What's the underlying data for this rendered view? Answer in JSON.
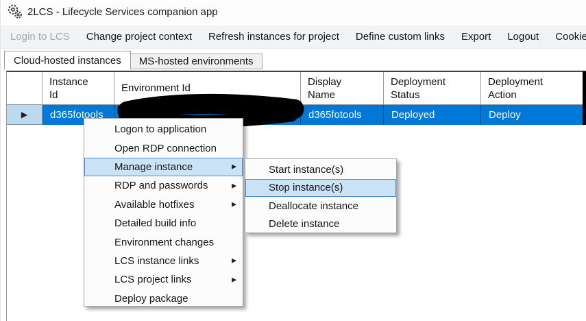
{
  "window": {
    "title": "2LCS - Lifecycle Services companion app"
  },
  "icons": {
    "app": "gears-icon",
    "submenu_arrow": "▶",
    "row_selector": "▶"
  },
  "menubar": {
    "items": [
      {
        "label": "Login to LCS",
        "enabled": false
      },
      {
        "label": "Change project context",
        "enabled": true
      },
      {
        "label": "Refresh instances for project",
        "enabled": true
      },
      {
        "label": "Define custom links",
        "enabled": true
      },
      {
        "label": "Export",
        "enabled": true
      },
      {
        "label": "Logout",
        "enabled": true
      },
      {
        "label": "Cookie",
        "enabled": true
      }
    ]
  },
  "tabs": [
    {
      "label": "Cloud-hosted instances",
      "active": true
    },
    {
      "label": "MS-hosted environments",
      "active": false
    }
  ],
  "grid": {
    "columns": [
      {
        "line1": "Instance",
        "line2": "Id"
      },
      {
        "line1": "Environment Id",
        "line2": ""
      },
      {
        "line1": "Display",
        "line2": "Name"
      },
      {
        "line1": "Deployment",
        "line2": "Status"
      },
      {
        "line1": "Deployment",
        "line2": "Action"
      }
    ],
    "rows": [
      {
        "instance_id": "d365fotools",
        "environment_id": "",
        "environment_id_redacted": true,
        "display_name": "d365fotools",
        "deployment_status": "Deployed",
        "deployment_action": "Deploy",
        "selected": true
      }
    ]
  },
  "context_menu": {
    "items": [
      {
        "label": "Logon to application",
        "has_submenu": false,
        "highlighted": false
      },
      {
        "label": "Open RDP connection",
        "has_submenu": false,
        "highlighted": false
      },
      {
        "label": "Manage instance",
        "has_submenu": true,
        "highlighted": true
      },
      {
        "label": "RDP and passwords",
        "has_submenu": true,
        "highlighted": false
      },
      {
        "label": "Available hotfixes",
        "has_submenu": true,
        "highlighted": false
      },
      {
        "label": "Detailed build info",
        "has_submenu": false,
        "highlighted": false
      },
      {
        "label": "Environment changes",
        "has_submenu": false,
        "highlighted": false
      },
      {
        "label": "LCS instance links",
        "has_submenu": true,
        "highlighted": false
      },
      {
        "label": "LCS project links",
        "has_submenu": true,
        "highlighted": false
      },
      {
        "label": "Deploy package",
        "has_submenu": false,
        "highlighted": false
      }
    ]
  },
  "submenu": {
    "items": [
      {
        "label": "Start instance(s)",
        "highlighted": false
      },
      {
        "label": "Stop instance(s)",
        "highlighted": true
      },
      {
        "label": "Deallocate instance",
        "highlighted": false
      },
      {
        "label": "Delete instance",
        "highlighted": false
      }
    ]
  },
  "colors": {
    "selected_row_bg": "#0078d7",
    "selected_row_text": "#ffffff",
    "row_selector_bg": "#bdd9ee",
    "menu_highlight_bg": "#cbe3f7",
    "menu_highlight_border": "#4a90d2",
    "menubar_disabled_text": "#a6a6a6",
    "menu_border": "#a5a5a5"
  }
}
